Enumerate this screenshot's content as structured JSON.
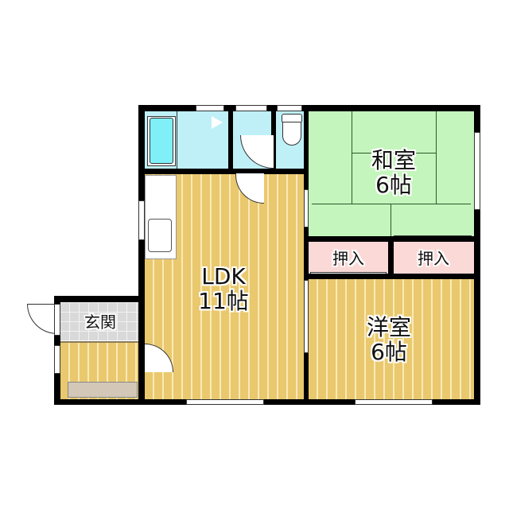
{
  "floor_plan": {
    "rooms": {
      "washitsu": {
        "name": "和室",
        "size": "6帖",
        "color": "#c4f5bc"
      },
      "ldk": {
        "name": "LDK",
        "size": "11帖",
        "color": "#e9c86e"
      },
      "youshitsu": {
        "name": "洋室",
        "size": "6帖",
        "color": "#e9c86e"
      },
      "genkan": {
        "name": "玄関",
        "color": "#d9d9d9"
      },
      "oshiire_left": {
        "name": "押入",
        "color": "#fbd9d7"
      },
      "oshiire_right": {
        "name": "押入",
        "color": "#fbd9d7"
      },
      "bathroom": {
        "color": "#bff0f8"
      },
      "washroom": {
        "color": "#bff0f8"
      },
      "toilet": {
        "color": "#bff0f8"
      }
    },
    "colors": {
      "wall": "#000000",
      "water_area": "#bff0f8",
      "bathtub": "#7ff0f8",
      "tatami": "#c4f5bc",
      "wood_floor": "#e9c86e",
      "closet": "#fbd9d7",
      "shoe_box": "#d3c7b8"
    }
  }
}
